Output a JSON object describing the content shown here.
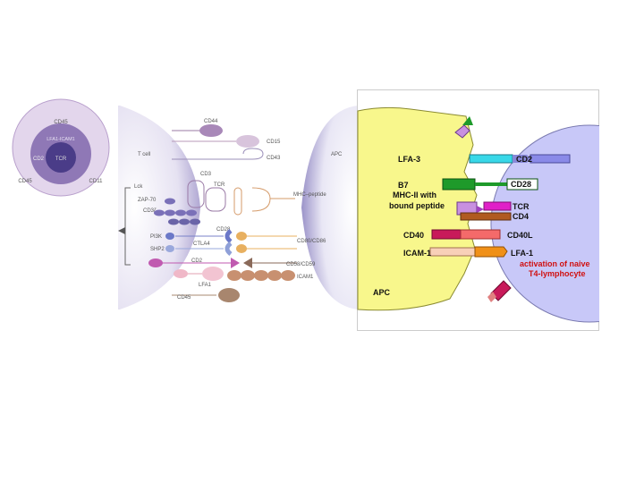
{
  "synapse_ring": {
    "outer": "CD45",
    "inner_top": "LFA1-ICAM1",
    "left": "CD2",
    "center": "TCR",
    "bottom_left": "CD45",
    "bottom_right": "CD11"
  },
  "middle_panel": {
    "t_cell": "T cell",
    "apc": "APC",
    "cd44": "CD44",
    "cd15": "CD15",
    "cd43": "CD43",
    "cd3": "CD3",
    "tcr": "TCR",
    "lck": "Lck",
    "zap70": "ZAP-70",
    "cd3z": "CD3ζ",
    "mhc_peptide": "MHC–peptide",
    "cd28": "CD28",
    "pi3k": "PI3K",
    "ctla4": "CTLA4",
    "shp2": "SHP2",
    "cd80_cd86": "CD80/CD86",
    "cd2": "CD2",
    "cd58": "CD58/CD59",
    "lfa1": "LFA1",
    "icam1": "ICAM1",
    "cd45": "CD45"
  },
  "right_panel": {
    "lfa3": "LFA-3",
    "cd2": "CD2",
    "b7": "B7",
    "cd28": "CD28",
    "mhc_line1": "MHC-II with",
    "mhc_line2": "bound peptide",
    "tcr": "TCR",
    "cd4": "CD4",
    "cd40": "CD40",
    "cd40l": "CD40L",
    "icam1": "ICAM-1",
    "lfa1": "LFA-1",
    "activation_line1": "activation of naive",
    "activation_line2": "T4-lymphocyte",
    "apc": "APC"
  },
  "colors": {
    "apc_yellow": "#f8f78c",
    "tcell_lavender": "#c8c8f8",
    "accent_red": "#d01010"
  }
}
